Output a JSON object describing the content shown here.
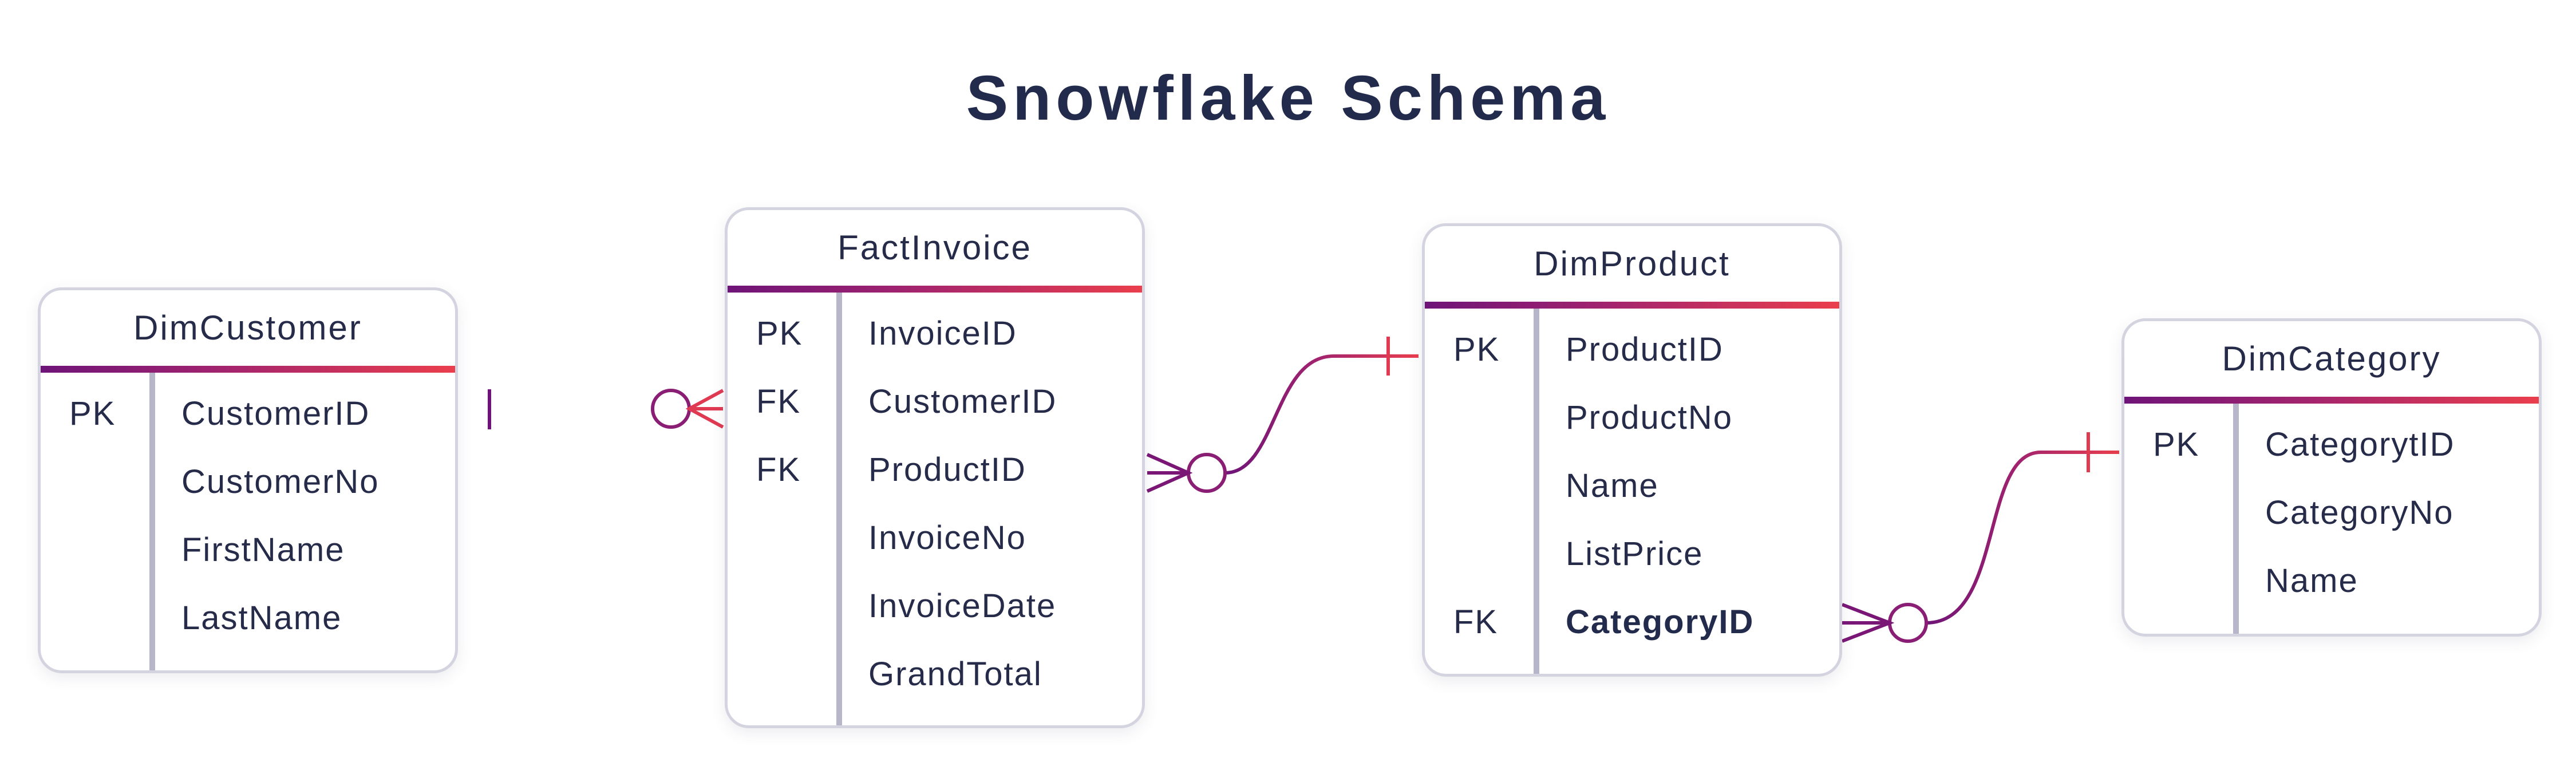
{
  "title": "Snowflake Schema",
  "colors": {
    "gradient_start": "#6e1478",
    "gradient_mid": "#a4246e",
    "gradient_end": "#ea3e4c",
    "text": "#262b4a",
    "border": "#d4d4e0",
    "divider": "#b7b5ca"
  },
  "entities": {
    "dim_customer": {
      "name": "DimCustomer",
      "rows": [
        {
          "key": "PK",
          "field": "CustomerID"
        },
        {
          "key": "",
          "field": "CustomerNo"
        },
        {
          "key": "",
          "field": "FirstName"
        },
        {
          "key": "",
          "field": "LastName"
        }
      ]
    },
    "fact_invoice": {
      "name": "FactInvoice",
      "rows": [
        {
          "key": "PK",
          "field": "InvoiceID"
        },
        {
          "key": "FK",
          "field": "CustomerID"
        },
        {
          "key": "FK",
          "field": "ProductID"
        },
        {
          "key": "",
          "field": "InvoiceNo"
        },
        {
          "key": "",
          "field": "InvoiceDate"
        },
        {
          "key": "",
          "field": "GrandTotal"
        }
      ]
    },
    "dim_product": {
      "name": "DimProduct",
      "rows": [
        {
          "key": "PK",
          "field": "ProductID"
        },
        {
          "key": "",
          "field": "ProductNo"
        },
        {
          "key": "",
          "field": "Name"
        },
        {
          "key": "",
          "field": "ListPrice"
        },
        {
          "key": "FK",
          "field": "CategoryID"
        }
      ]
    },
    "dim_category": {
      "name": "DimCategory",
      "rows": [
        {
          "key": "PK",
          "field": "CategorytID"
        },
        {
          "key": "",
          "field": "CategoryNo"
        },
        {
          "key": "",
          "field": "Name"
        }
      ]
    }
  },
  "relationships": [
    {
      "from": "DimCustomer.CustomerID",
      "to": "FactInvoice.CustomerID",
      "one_side": "one",
      "many_side": "zero-or-many"
    },
    {
      "from": "DimProduct.ProductID",
      "to": "FactInvoice.ProductID",
      "one_side": "one",
      "many_side": "zero-or-many"
    },
    {
      "from": "DimCategory.CategorytID",
      "to": "DimProduct.CategoryID",
      "one_side": "one",
      "many_side": "zero-or-many"
    }
  ]
}
